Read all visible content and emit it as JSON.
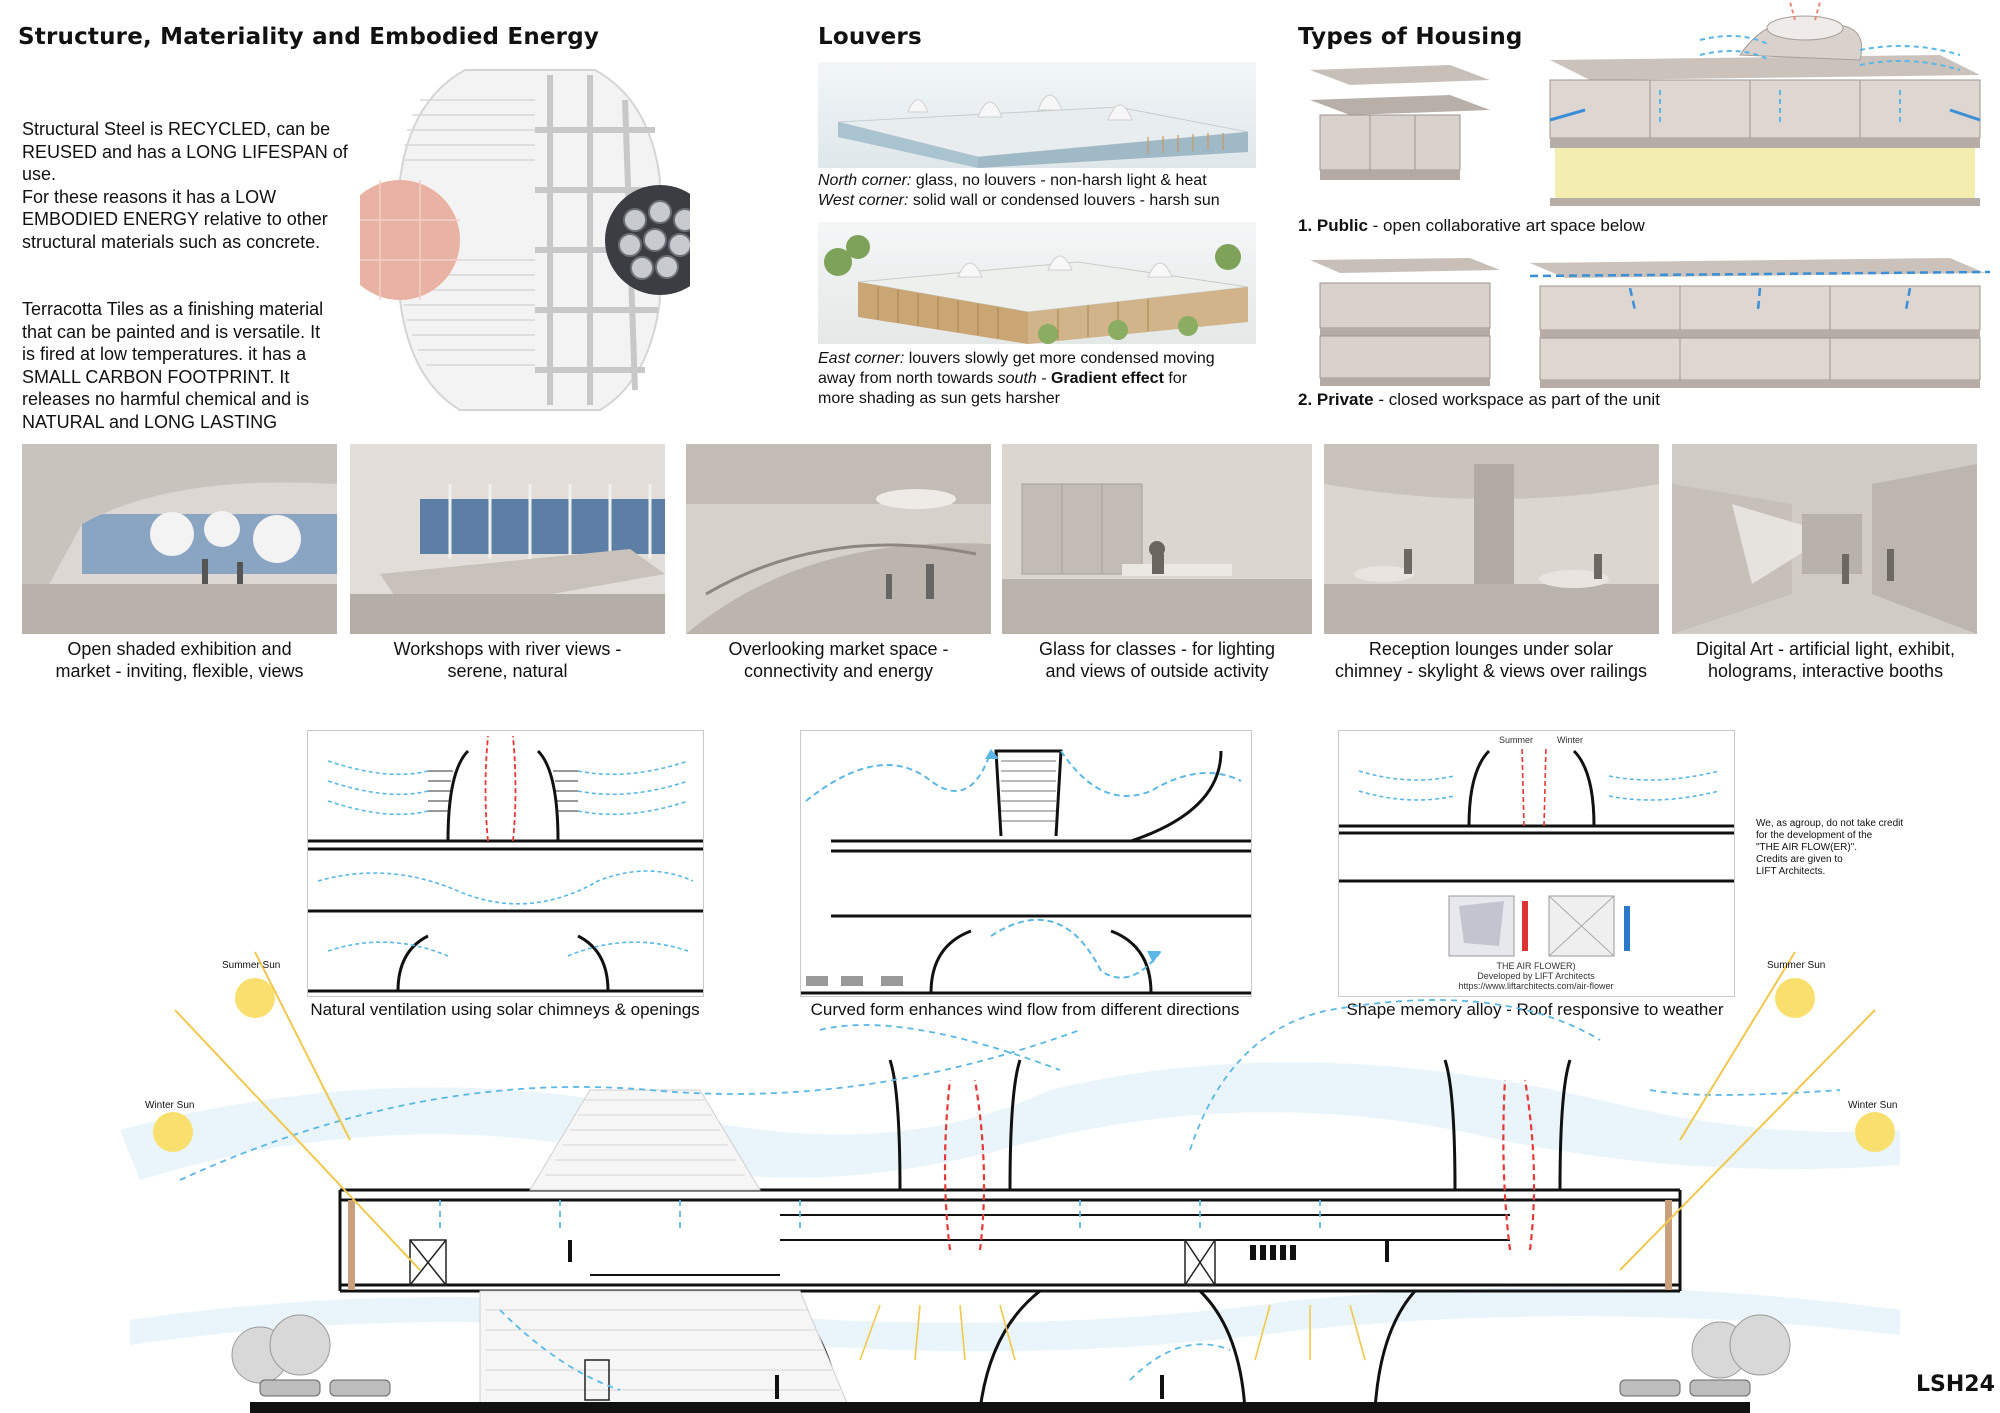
{
  "structure": {
    "title": "Structure, Materiality and Embodied Energy",
    "para1": [
      "Structural Steel is RECYCLED, can be",
      "REUSED and has a LONG LIFESPAN of",
      "use.",
      "For these reasons it has a LOW",
      "EMBODIED ENERGY relative to other",
      "structural materials such as concrete."
    ],
    "para2": [
      "Terracotta Tiles as a finishing material",
      "that can be painted and is versatile. It",
      "is fired at low temperatures. it has a",
      "SMALL CARBON FOOTPRINT. It",
      "releases no harmful chemical and is",
      "NATURAL and LONG LASTING"
    ]
  },
  "louvers": {
    "title": "Louvers",
    "caption1": {
      "north_label": "North corner:",
      "north_text": " glass, no louvers - non-harsh light & heat",
      "west_label": "West corner:",
      "west_text": " solid wall or condensed louvers - harsh sun"
    },
    "caption2": {
      "east_label": "East corner:",
      "east_text": " louvers slowly get more condensed moving",
      "line2_pre": "away from north towards ",
      "line2_south": "south",
      "line2_dash": " - ",
      "line2_bold": "Gradient effect",
      "line2_post": " for",
      "line3": "more shading as sun gets harsher"
    }
  },
  "housing": {
    "title": "Types of Housing",
    "public_num": "1. Public",
    "public_text": " - open collaborative art space below",
    "private_num": "2. Private",
    "private_text": " - closed workspace as part of the unit"
  },
  "renders": [
    {
      "line1": "Open shaded exhibition and",
      "line2": "market - inviting, flexible, views"
    },
    {
      "line1": "Workshops with river views -",
      "line2": "serene, natural"
    },
    {
      "line1": "Overlooking market space -",
      "line2": "connectivity and energy"
    },
    {
      "line1": "Glass for classes - for lighting",
      "line2": "and views of outside activity"
    },
    {
      "line1": "Reception lounges under solar",
      "line2": "chimney - skylight & views over railings"
    },
    {
      "line1": "Digital Art - artificial light, exhibit,",
      "line2": "holograms, interactive booths"
    }
  ],
  "diagrams": [
    {
      "caption": "Natural ventilation using solar chimneys & openings"
    },
    {
      "caption": "Curved form enhances wind flow from different directions"
    },
    {
      "caption": "Shape memory alloy - Roof responsive to weather",
      "summer": "Summer",
      "winter": "Winter",
      "flower_title": "THE AIR FLOWER)",
      "flower_dev": "Developed by LIFT Architects",
      "flower_url": "https://www.liftarchitects.com/air-flower"
    }
  ],
  "credit": [
    "We, as agroup, do not take credit",
    "for the development of the",
    "\"THE AIR FLOW(ER)\".",
    "Credits are given to",
    "LIFT Architects."
  ],
  "section": {
    "summer_sun_left": "Summer Sun",
    "winter_sun_left": "Winter Sun",
    "summer_sun_right": "Summer Sun",
    "winter_sun_right": "Winter Sun"
  },
  "tag": "LSH24",
  "colors": {
    "wind": "#5bb8e6",
    "hot_air": "#e53935",
    "sun": "#f8df6e",
    "sun_ray": "#f0c850",
    "housing_highlight": "#f3eeb0",
    "terracotta": "#e9b3a4"
  }
}
